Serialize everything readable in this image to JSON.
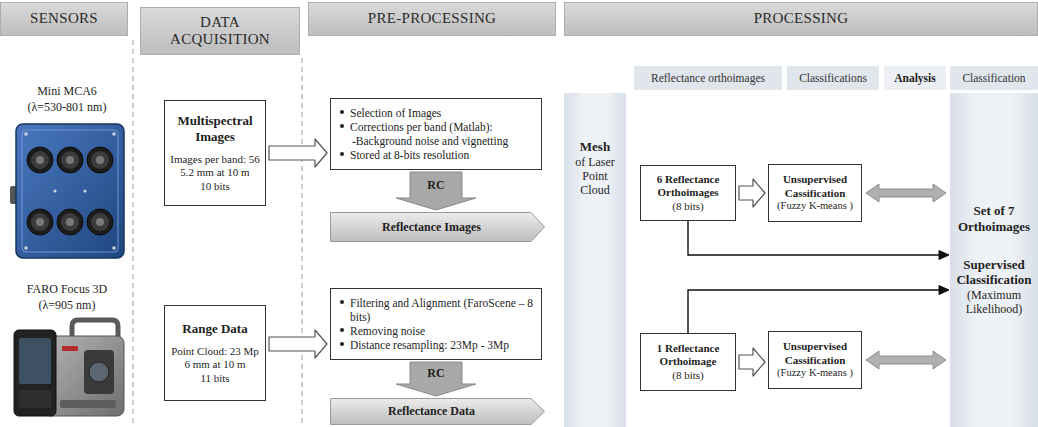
{
  "diagram": {
    "nodes": [
      {
        "text": [
          "SENSORS"
        ]
      },
      {
        "text": [
          "DATA ACQUISITION"
        ]
      },
      {
        "text": [
          "PRE-PROCESSING"
        ]
      },
      {
        "text": [
          "PROCESSING"
        ]
      },
      {
        "text": [
          "Reflectance orthoimages"
        ]
      },
      {
        "text": [
          "Classifications"
        ]
      },
      {
        "text": [
          "Analysis"
        ]
      },
      {
        "text": [
          "Classification"
        ]
      },
      {
        "text": [
          "Multispectral Images",
          "Images per band: 56",
          "5.2 mm at 10 m",
          "10 bits"
        ]
      },
      {
        "text": [
          "Selection of Images",
          "Corrections per band (Matlab):",
          "-Background noise and vignetting",
          "Stored at 8-bits resolution"
        ]
      },
      {
        "text": [
          "Reflectance Images"
        ]
      },
      {
        "text": [
          "Range Data",
          "Point Cloud: 23 Mp",
          "6 mm at 10 m",
          "11 bits"
        ]
      },
      {
        "text": [
          "Filtering and Alignment (FaroScene – 8 bits)",
          "Removing noise",
          "Distance resampling: 23Mp - 3Mp"
        ]
      },
      {
        "text": [
          "Reflectance Data"
        ]
      },
      {
        "text": [
          "Mesh",
          "of Laser Point Cloud"
        ]
      },
      {
        "text": [
          "6 Reflectance Orthoimages",
          "(8 bits)"
        ]
      },
      {
        "text": [
          "Unsupervised Cassification",
          "(Fuzzy K-means )"
        ]
      },
      {
        "text": [
          "1 Reflectance Orthoimage",
          "(8 bits)"
        ]
      },
      {
        "text": [
          "Unsupervised Cassification",
          "(Fuzzy K-means )"
        ]
      },
      {
        "text": [
          "Set of 7 Orthoimages",
          "Supervised Classification",
          "(Maximum Likelihood)"
        ]
      }
    ],
    "edges": [
      {
        "from": 8,
        "to": 9,
        "arrow": "to"
      },
      {
        "from": 9,
        "to": 10,
        "label": "RC",
        "arrow": "to"
      },
      {
        "from": 11,
        "to": 12,
        "arrow": "to"
      },
      {
        "from": 12,
        "to": 13,
        "label": "RC",
        "arrow": "to"
      },
      {
        "from": 15,
        "to": 16,
        "arrow": "to"
      },
      {
        "from": 17,
        "to": 18,
        "arrow": "to"
      },
      {
        "from": 16,
        "to": 19,
        "arrow": "both"
      },
      {
        "from": 18,
        "to": 19,
        "arrow": "both"
      },
      {
        "from": 15,
        "to": 19,
        "arrow": "to"
      },
      {
        "from": 17,
        "to": 19,
        "arrow": "to"
      }
    ],
    "labels": [
      "Mini MCA6",
      "(λ=530-801 nm)",
      "FARO Focus 3D",
      "(λ=905 nm)"
    ]
  }
}
